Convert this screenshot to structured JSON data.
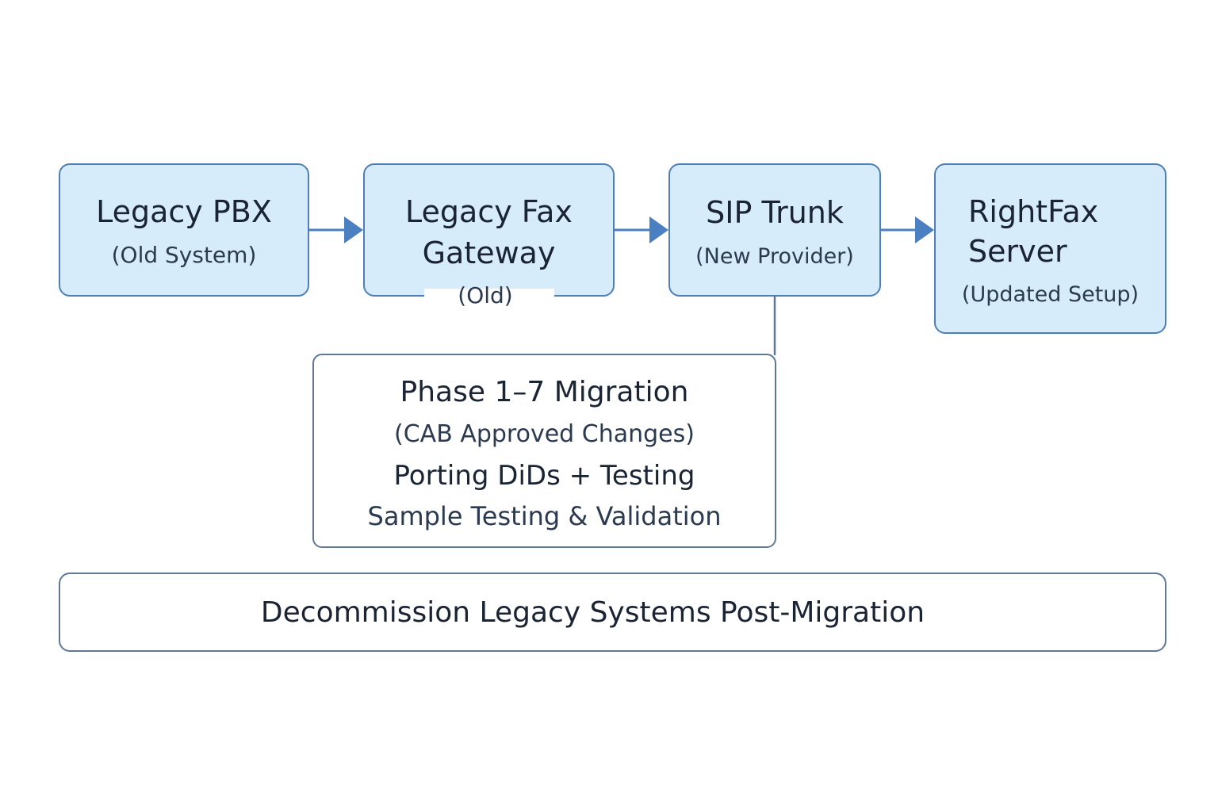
{
  "nodes": {
    "pbx": {
      "title": "Legacy PBX",
      "subtitle": "(Old System)"
    },
    "gateway": {
      "title_line1": "Legacy Fax",
      "title_line2": "Gateway",
      "subtitle": "(Old)"
    },
    "sip": {
      "title": "SIP Trunk",
      "subtitle": "(New Provider)"
    },
    "rightfax": {
      "title_line1": "RightFax",
      "title_line2": "Server",
      "subtitle": "(Updated Setup)"
    }
  },
  "phase": {
    "title": "Phase 1–7 Migration",
    "subtitle": "(CAB Approved Changes)",
    "step": "Porting DiDs + Testing",
    "detail": "Sample Testing & Validation"
  },
  "decommission": {
    "label": "Decommission Legacy Systems Post-Migration"
  },
  "colors": {
    "node_fill": "#d6ecfb",
    "node_border": "#4f7fb6",
    "arrow": "#4a7fc1",
    "box_border": "#5e7896"
  }
}
